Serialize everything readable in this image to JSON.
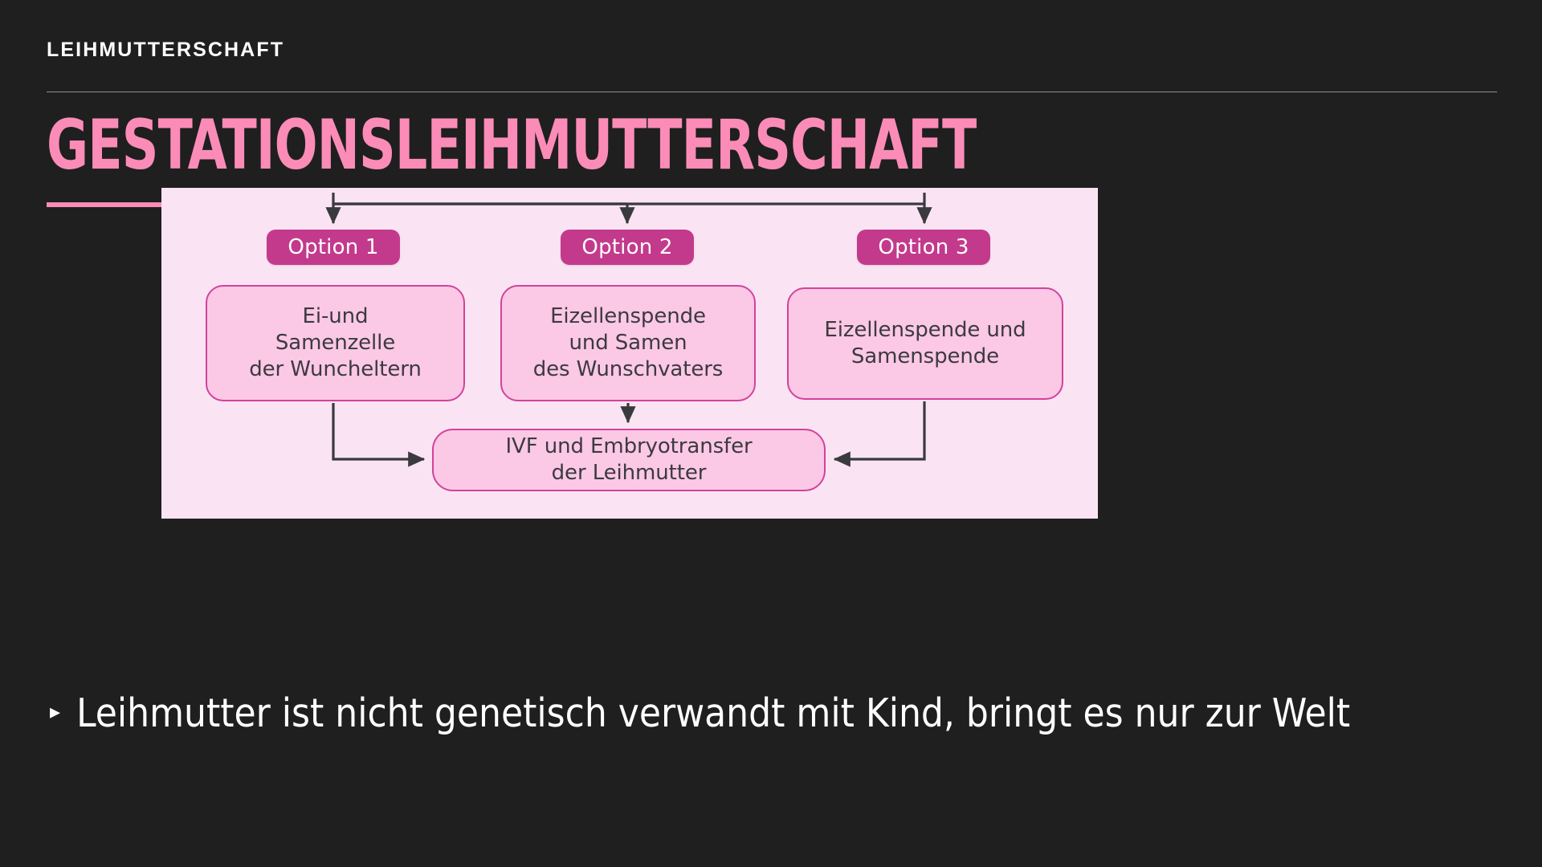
{
  "slide": {
    "eyebrow": "LEIHMUTTERSCHAFT",
    "title": "GESTATIONSLEIHMUTTERSCHAFT",
    "background_color": "#1f1f1f",
    "accent_color": "#fb8cb7"
  },
  "diagram": {
    "panel_background": "#fae4f4",
    "pill_color": "#c33a8c",
    "box_fill": "#fbc8e6",
    "box_border": "#d3429a",
    "text_color": "#3c3a40",
    "arrow_color": "#3a3a3e",
    "options": [
      {
        "pill": "Option 1",
        "lines": [
          "Ei-und",
          "Samenzelle",
          "der Wuncheltern"
        ],
        "text": "Ei-und\nSamenzelle\nder Wuncheltern"
      },
      {
        "pill": "Option 2",
        "lines": [
          "Eizellenspende",
          "und Samen",
          "des Wunschvaters"
        ],
        "text": "Eizellenspende\nund Samen\ndes Wunschvaters"
      },
      {
        "pill": "Option 3",
        "lines": [
          "Eizellenspende und",
          "Samenspende"
        ],
        "text": "Eizellenspende und\nSamenspende"
      }
    ],
    "result": {
      "lines": [
        "IVF und Embryotransfer",
        "der Leihmutter"
      ],
      "text": "IVF und Embryotransfer\nder Leihmutter"
    }
  },
  "bullets": [
    {
      "marker": "▸",
      "text": "Leihmutter ist nicht genetisch verwandt mit Kind, bringt es nur zur Welt"
    }
  ]
}
